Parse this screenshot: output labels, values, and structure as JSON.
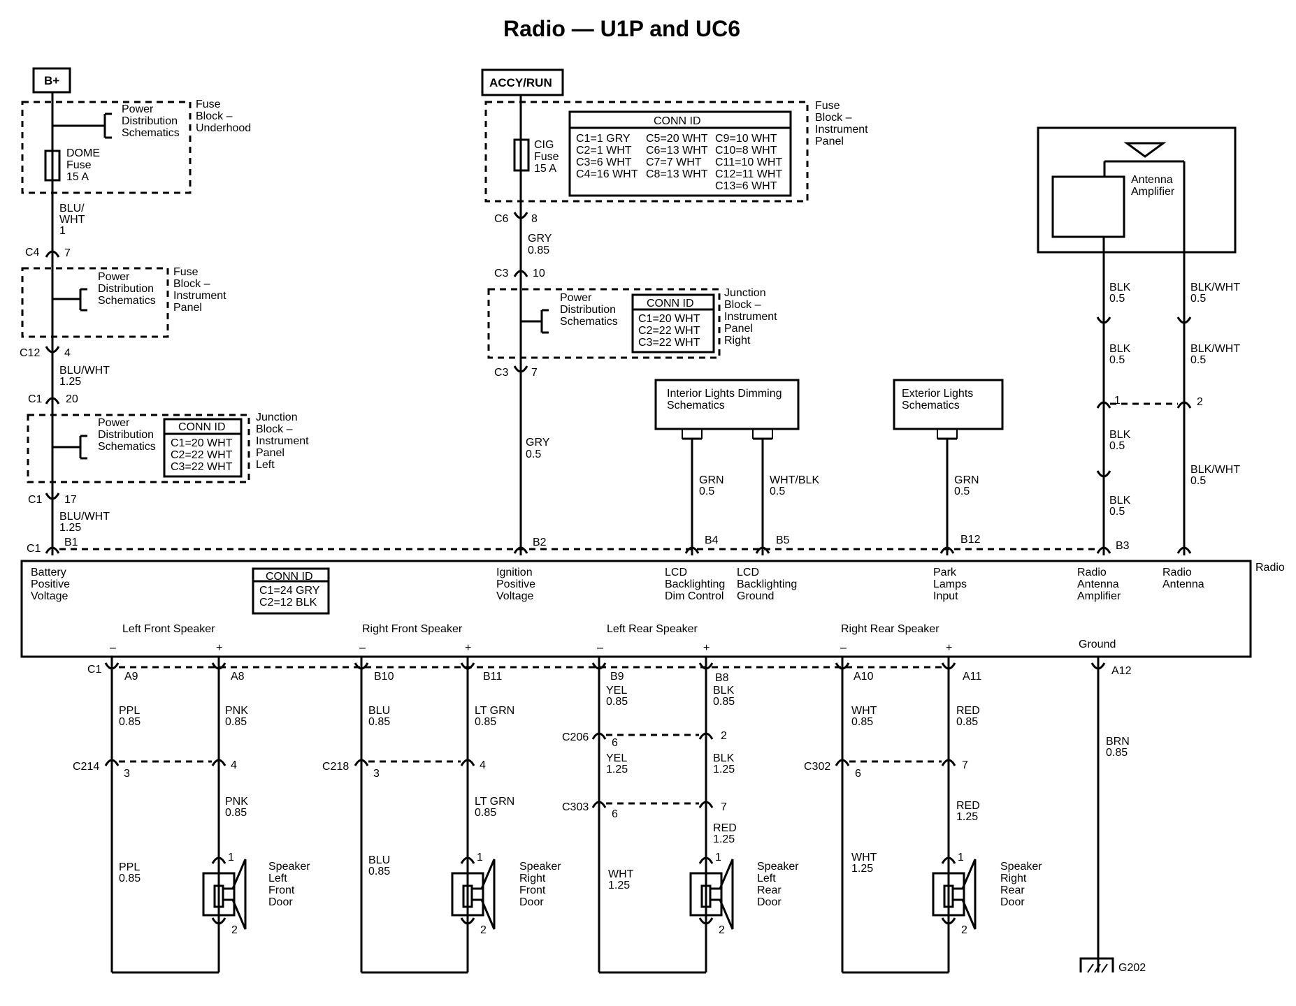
{
  "title": "Radio — U1P and UC6",
  "power": {
    "bplus": "B+",
    "accy": "ACCY/RUN"
  },
  "left_chain": {
    "underhood_pds": [
      "Power",
      "Distribution",
      "Schematics"
    ],
    "underhood_block": [
      "Fuse",
      "Block –",
      "Underhood"
    ],
    "dome_fuse": [
      "DOME",
      "Fuse",
      "15 A"
    ],
    "wire1": [
      "BLU/",
      "WHT",
      "1"
    ],
    "c4": "C4",
    "c4_pin": "7",
    "ip_pds": [
      "Power",
      "Distribution",
      "Schematics"
    ],
    "ip_block": [
      "Fuse",
      "Block –",
      "Instrument",
      "Panel"
    ],
    "c12": "C12",
    "c12_pin": "4",
    "wire2": [
      "BLU/WHT",
      "1.25"
    ],
    "c1a": "C1",
    "c1a_pin": "20",
    "jb_pds": [
      "Power",
      "Distribution",
      "Schematics"
    ],
    "jb_conn_title": "CONN ID",
    "jb_conn": [
      "C1=20 WHT",
      "C2=22 WHT",
      "C3=22 WHT"
    ],
    "jb_label": [
      "Junction",
      "Block –",
      "Instrument",
      "Panel",
      "Left"
    ],
    "c1b": "C1",
    "c1b_pin": "17",
    "wire3": [
      "BLU/WHT",
      "1.25"
    ],
    "c1c": "C1",
    "c1c_pin": "B1"
  },
  "center_chain": {
    "cig_fuse": [
      "CIG",
      "Fuse",
      "15 A"
    ],
    "conn_title": "CONN ID",
    "conn_col1": [
      "C1=1 GRY",
      "C2=1 WHT",
      "C3=6 WHT",
      "C4=16 WHT"
    ],
    "conn_col2": [
      "C5=20 WHT",
      "C6=13 WHT",
      "C7=7 WHT",
      "C8=13 WHT"
    ],
    "conn_col3": [
      "C9=10 WHT",
      "C10=8 WHT",
      "C11=10 WHT",
      "C12=11 WHT",
      "C13=6 WHT"
    ],
    "ip_block": [
      "Fuse",
      "Block –",
      "Instrument",
      "Panel"
    ],
    "c6": "C6",
    "c6_pin": "8",
    "wire1": [
      "GRY",
      "0.85"
    ],
    "c3a": "C3",
    "c3a_pin": "10",
    "jb_pds": [
      "Power",
      "Distribution",
      "Schematics"
    ],
    "jb_conn_title": "CONN ID",
    "jb_conn": [
      "C1=20 WHT",
      "C2=22 WHT",
      "C3=22 WHT"
    ],
    "jb_label": [
      "Junction",
      "Block –",
      "Instrument",
      "Panel",
      "Right"
    ],
    "c3b": "C3",
    "c3b_pin": "7",
    "wire2": [
      "GRY",
      "0.5"
    ],
    "pin": "B2"
  },
  "dimming": {
    "box": [
      "Interior Lights Dimming",
      "Schematics"
    ],
    "wire_b4": [
      "GRN",
      "0.5"
    ],
    "pin_b4": "B4",
    "wire_b5": [
      "WHT/BLK",
      "0.5"
    ],
    "pin_b5": "B5"
  },
  "exterior": {
    "box": [
      "Exterior Lights",
      "Schematics"
    ],
    "wire": [
      "GRN",
      "0.5"
    ],
    "pin": "B12"
  },
  "antenna": {
    "label": [
      "Antenna",
      "Amplifier"
    ],
    "blk_wires": [
      [
        "BLK",
        "0.5"
      ],
      [
        "BLK",
        "0.5"
      ],
      [
        "BLK",
        "0.5"
      ],
      [
        "BLK",
        "0.5"
      ]
    ],
    "bw_wires": [
      [
        "BLK/WHT",
        "0.5"
      ],
      [
        "BLK/WHT",
        "0.5"
      ],
      [
        "BLK/WHT",
        "0.5"
      ]
    ],
    "pin1": "1",
    "pin2": "2",
    "pin_b3": "B3"
  },
  "radio": {
    "name": "Radio",
    "conn_title": "CONN ID",
    "conn": [
      "C1=24 GRY",
      "C2=12 BLK"
    ],
    "inputs": [
      [
        "Battery",
        "Positive",
        "Voltage"
      ],
      [
        "Ignition",
        "Positive",
        "Voltage"
      ],
      [
        "LCD",
        "Backlighting",
        "Dim Control"
      ],
      [
        "LCD",
        "Backlighting",
        "Ground"
      ],
      [
        "Park",
        "Lamps",
        "Input"
      ],
      [
        "Radio",
        "Antenna",
        "Amplifier"
      ],
      [
        "Radio",
        "Antenna"
      ]
    ],
    "speaker_groups": [
      "Left Front Speaker",
      "Right Front Speaker",
      "Left Rear Speaker",
      "Right Rear Speaker"
    ],
    "minus": "–",
    "plus": "+",
    "ground": "Ground"
  },
  "bottom": {
    "c1": "C1",
    "pins": [
      "A9",
      "A8",
      "B10",
      "B11",
      "B9",
      "B8",
      "A10",
      "A11",
      "A12"
    ],
    "lf": {
      "w1": [
        "PPL",
        "0.85"
      ],
      "w2": [
        "PNK",
        "0.85"
      ],
      "conn": "C214",
      "p1": "3",
      "p2": "4",
      "w3": [
        "PNK",
        "0.85"
      ],
      "w4": [
        "PPL",
        "0.85"
      ],
      "spk": [
        "Speaker",
        "Left",
        "Front",
        "Door"
      ],
      "s1": "1",
      "s2": "2"
    },
    "rf": {
      "w1": [
        "BLU",
        "0.85"
      ],
      "w2": [
        "LT GRN",
        "0.85"
      ],
      "conn": "C218",
      "p1": "3",
      "p2": "4",
      "w3": [
        "LT GRN",
        "0.85"
      ],
      "w4": [
        "BLU",
        "0.85"
      ],
      "spk": [
        "Speaker",
        "Right",
        "Front",
        "Door"
      ],
      "s1": "1",
      "s2": "2"
    },
    "lr": {
      "w1": [
        "YEL",
        "0.85"
      ],
      "w2": [
        "BLK",
        "0.85"
      ],
      "conn1": "C206",
      "p1": "6",
      "p2": "2",
      "w3": [
        "YEL",
        "1.25"
      ],
      "w4": [
        "BLK",
        "1.25"
      ],
      "conn2": "C303",
      "p3": "6",
      "p4": "7",
      "w5": [
        "RED",
        "1.25"
      ],
      "w6": [
        "WHT",
        "1.25"
      ],
      "spk": [
        "Speaker",
        "Left",
        "Rear",
        "Door"
      ],
      "s1": "1",
      "s2": "2"
    },
    "rr": {
      "w1": [
        "WHT",
        "0.85"
      ],
      "w2": [
        "RED",
        "0.85"
      ],
      "conn": "C302",
      "p1": "6",
      "p2": "7",
      "w3": [
        "RED",
        "1.25"
      ],
      "w4": [
        "WHT",
        "1.25"
      ],
      "spk": [
        "Speaker",
        "Right",
        "Rear",
        "Door"
      ],
      "s1": "1",
      "s2": "2"
    },
    "ground_wire": [
      "BRN",
      "0.85"
    ],
    "ground_id": "G202"
  }
}
